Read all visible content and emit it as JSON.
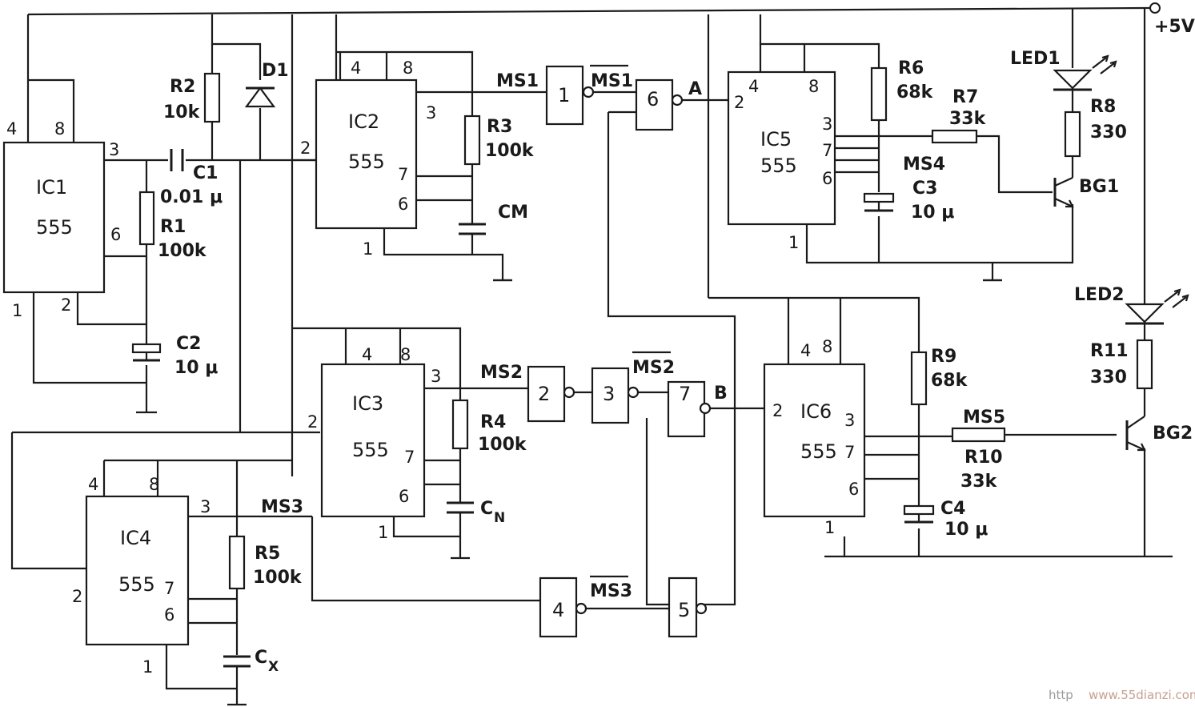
{
  "supply": {
    "label": "+5V"
  },
  "ics": {
    "ic1": {
      "name": "IC1",
      "type": "555",
      "pins": {
        "p4": "4",
        "p8": "8",
        "p3": "3",
        "p6": "6",
        "p1": "1",
        "p2": "2"
      }
    },
    "ic2": {
      "name": "IC2",
      "type": "555",
      "pins": {
        "p4": "4",
        "p8": "8",
        "p3": "3",
        "p7": "7",
        "p6": "6",
        "p2": "2",
        "p1": "1"
      }
    },
    "ic3": {
      "name": "IC3",
      "type": "555",
      "pins": {
        "p4": "4",
        "p8": "8",
        "p3": "3",
        "p7": "7",
        "p6": "6",
        "p2": "2",
        "p1": "1"
      }
    },
    "ic4": {
      "name": "IC4",
      "type": "555",
      "pins": {
        "p4": "4",
        "p8": "8",
        "p3": "3",
        "p7": "7",
        "p6": "6",
        "p2": "2",
        "p1": "1"
      }
    },
    "ic5": {
      "name": "IC5",
      "type": "555",
      "pins": {
        "p4": "4",
        "p8": "8",
        "p3": "3",
        "p7": "7",
        "p6": "6",
        "p2": "2",
        "p1": "1"
      }
    },
    "ic6": {
      "name": "IC6",
      "type": "555",
      "pins": {
        "p4": "4",
        "p8": "8",
        "p3": "3",
        "p7": "7",
        "p6": "6",
        "p2": "2",
        "p1": "1"
      }
    }
  },
  "components": {
    "r1": {
      "name": "R1",
      "value": "100k"
    },
    "r2": {
      "name": "R2",
      "value": "10k"
    },
    "r3": {
      "name": "R3",
      "value": "100k"
    },
    "r4": {
      "name": "R4",
      "value": "100k"
    },
    "r5": {
      "name": "R5",
      "value": "100k"
    },
    "r6": {
      "name": "R6",
      "value": "68k"
    },
    "r7": {
      "name": "R7",
      "value": "33k"
    },
    "r8": {
      "name": "R8",
      "value": "330"
    },
    "r9": {
      "name": "R9",
      "value": "68k"
    },
    "r10": {
      "name": "R10",
      "value": "33k"
    },
    "r11": {
      "name": "R11",
      "value": "330"
    },
    "c1": {
      "name": "C1",
      "value": "0.01 μ"
    },
    "c2": {
      "name": "C2",
      "value": "10 μ"
    },
    "c3": {
      "name": "C3",
      "value": "10 μ"
    },
    "c4": {
      "name": "C4",
      "value": "10 μ"
    },
    "cm": {
      "name": "CM"
    },
    "cn": {
      "name": "C",
      "sub": "N"
    },
    "cx": {
      "name": "C",
      "sub": "X"
    },
    "d1": {
      "name": "D1"
    },
    "led1": {
      "name": "LED1"
    },
    "led2": {
      "name": "LED2"
    },
    "bg1": {
      "name": "BG1"
    },
    "bg2": {
      "name": "BG2"
    }
  },
  "gates": {
    "g1": "1",
    "g2": "2",
    "g3": "3",
    "g4": "4",
    "g5": "5",
    "g6": "6",
    "g7": "7"
  },
  "signals": {
    "ms1": "MS1",
    "ms1_bar": "MS1",
    "ms2": "MS2",
    "ms2_bar": "MS2",
    "ms3": "MS3",
    "ms3_bar": "MS3",
    "ms4": "MS4",
    "ms5": "MS5",
    "node_a": "A",
    "node_b": "B"
  },
  "watermark": {
    "prefix": "http",
    "site": "www.55dianzi.com"
  }
}
